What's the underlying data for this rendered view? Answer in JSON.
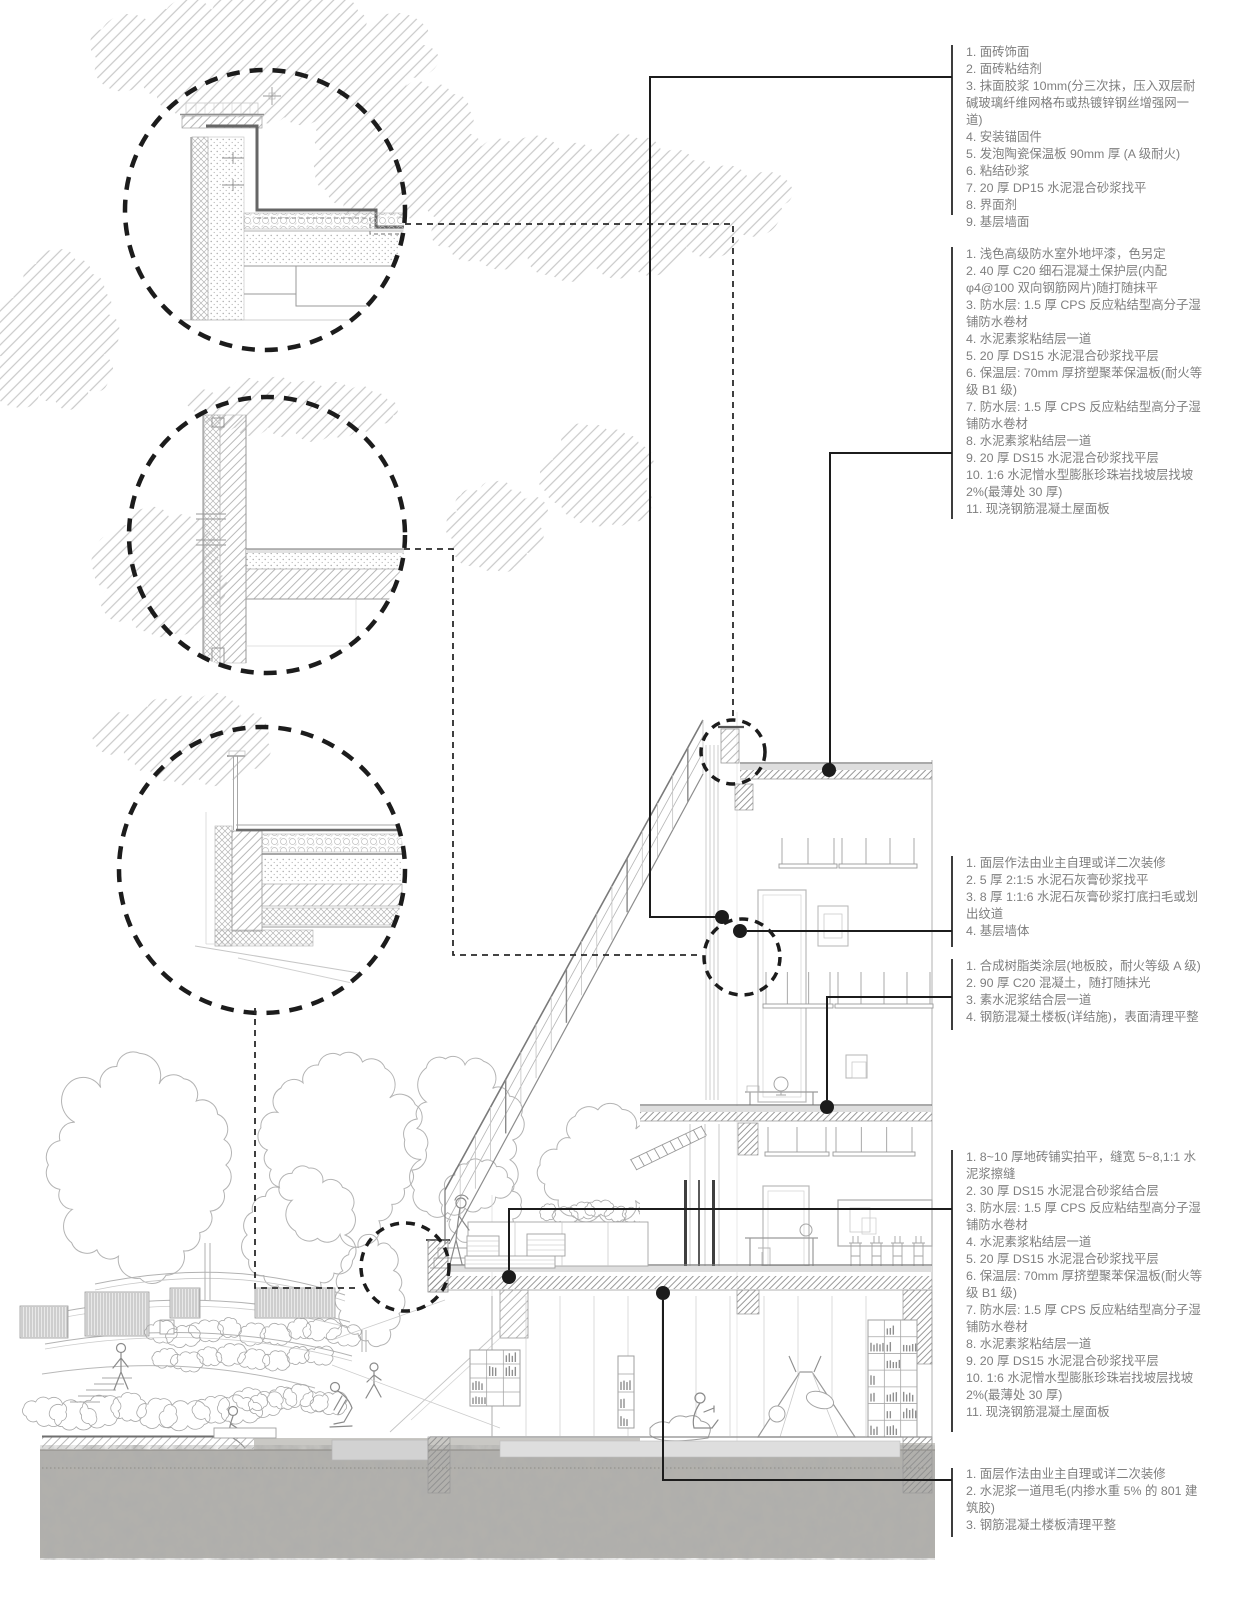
{
  "palette": {
    "ink": "#1c1c1c",
    "drawing_gray": "#9a9a9a",
    "light_gray": "#c9c9c9",
    "text_gray": "#7f7f7f",
    "slab_band_gray": "#dedede",
    "soil_gray": "#b3b1ac"
  },
  "notes": {
    "blocks": [
      {
        "key": "exterior-wall-finish",
        "items": [
          "1. 面砖饰面",
          "2. 面砖粘结剂",
          "3. 抹面胶浆 10mm(分三次抹，压入双层耐碱玻璃纤维网格布或热镀锌钢丝增强网一道)",
          "4. 安装锚固件",
          "5. 发泡陶瓷保温板 90mm 厚 (A 级耐火)",
          "6. 粘结砂浆",
          "7. 20 厚 DP15 水泥混合砂浆找平",
          "8. 界面剂",
          "9. 基层墙面"
        ]
      },
      {
        "key": "roof-assembly",
        "items": [
          "1. 浅色高级防水室外地坪漆，色另定",
          "2. 40 厚 C20 细石混凝土保护层(内配 φ4@100 双向钢筋网片)随打随抹平",
          "3. 防水层: 1.5 厚 CPS 反应粘结型高分子湿铺防水卷材",
          "4. 水泥素浆粘结层一道",
          "5. 20 厚 DS15 水泥混合砂浆找平层",
          "6. 保温层: 70mm 厚挤塑聚苯保温板(耐火等级 B1 级)",
          "7. 防水层: 1.5 厚 CPS 反应粘结型高分子湿铺防水卷材",
          "8. 水泥素浆粘结层一道",
          "9. 20 厚 DS15 水泥混合砂浆找平层",
          "10. 1:6 水泥憎水型膨胀珍珠岩找坡层找坡 2%(最薄处 30 厚)",
          "11. 现浇钢筋混凝土屋面板"
        ]
      },
      {
        "key": "interior-wall-finish",
        "items": [
          "1. 面层作法由业主自理或详二次装修",
          "2. 5 厚 2:1:5 水泥石灰膏砂浆找平",
          "3. 8 厚 1:1:6 水泥石灰膏砂浆打底扫毛或划出纹道",
          "4. 基层墙体"
        ]
      },
      {
        "key": "floor-finish",
        "items": [
          "1. 合成树脂类涂层(地板胶，耐火等级 A 级)",
          "2. 90 厚 C20 混凝土，随打随抹光",
          "3. 素水泥浆结合层一道",
          "4. 钢筋混凝土楼板(详结施)，表面清理平整"
        ]
      },
      {
        "key": "terrace-assembly",
        "items": [
          "1. 8~10 厚地砖铺实拍平，缝宽 5~8,1:1 水泥浆擦缝",
          "2. 30 厚 DS15 水泥混合砂浆结合层",
          "3. 防水层: 1.5 厚 CPS 反应粘结型高分子湿铺防水卷材",
          "4. 水泥素浆粘结层一道",
          "5. 20 厚 DS15 水泥混合砂浆找平层",
          "6. 保温层: 70mm 厚挤塑聚苯保温板(耐火等级 B1 级)",
          "7. 防水层: 1.5 厚 CPS 反应粘结型高分子湿铺防水卷材",
          "8. 水泥素浆粘结层一道",
          "9. 20 厚 DS15 水泥混合砂浆找平层",
          "10. 1:6 水泥憎水型膨胀珍珠岩找坡层找坡 2%(最薄处 30 厚)",
          "11. 现浇钢筋混凝土屋面板"
        ]
      },
      {
        "key": "ceiling-slab-finish",
        "items": [
          "1. 面层作法由业主自理或详二次装修",
          "2. 水泥浆一道甩毛(内掺水重 5% 的 801 建筑胶)",
          "3. 钢筋混凝土楼板清理平整"
        ]
      }
    ]
  }
}
